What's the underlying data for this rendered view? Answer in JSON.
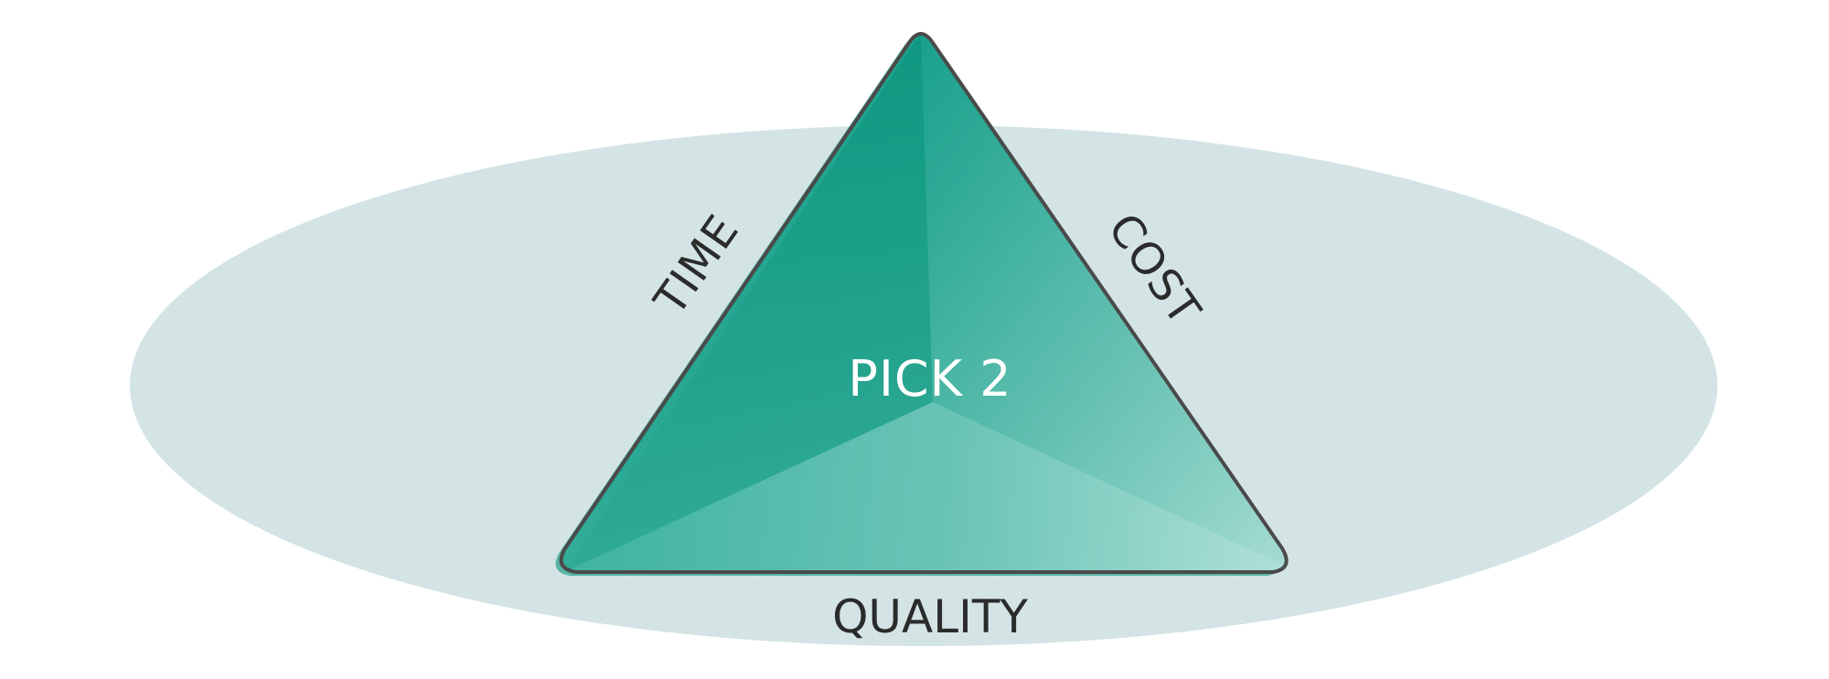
{
  "diagram": {
    "type": "project-management-triangle",
    "center_label": "PICK 2",
    "sides": {
      "left": "TIME",
      "right": "COST",
      "bottom": "QUALITY"
    },
    "colors": {
      "triangle_top": "#0f9883",
      "triangle_mid": "#33ae9d",
      "triangle_bottom_right": "#a9ddd4",
      "triangle_outline": "#4a4a4a",
      "ellipse_fill": "#dfeff0",
      "label_text": "#2b2b2b",
      "center_text": "#ffffff"
    }
  }
}
